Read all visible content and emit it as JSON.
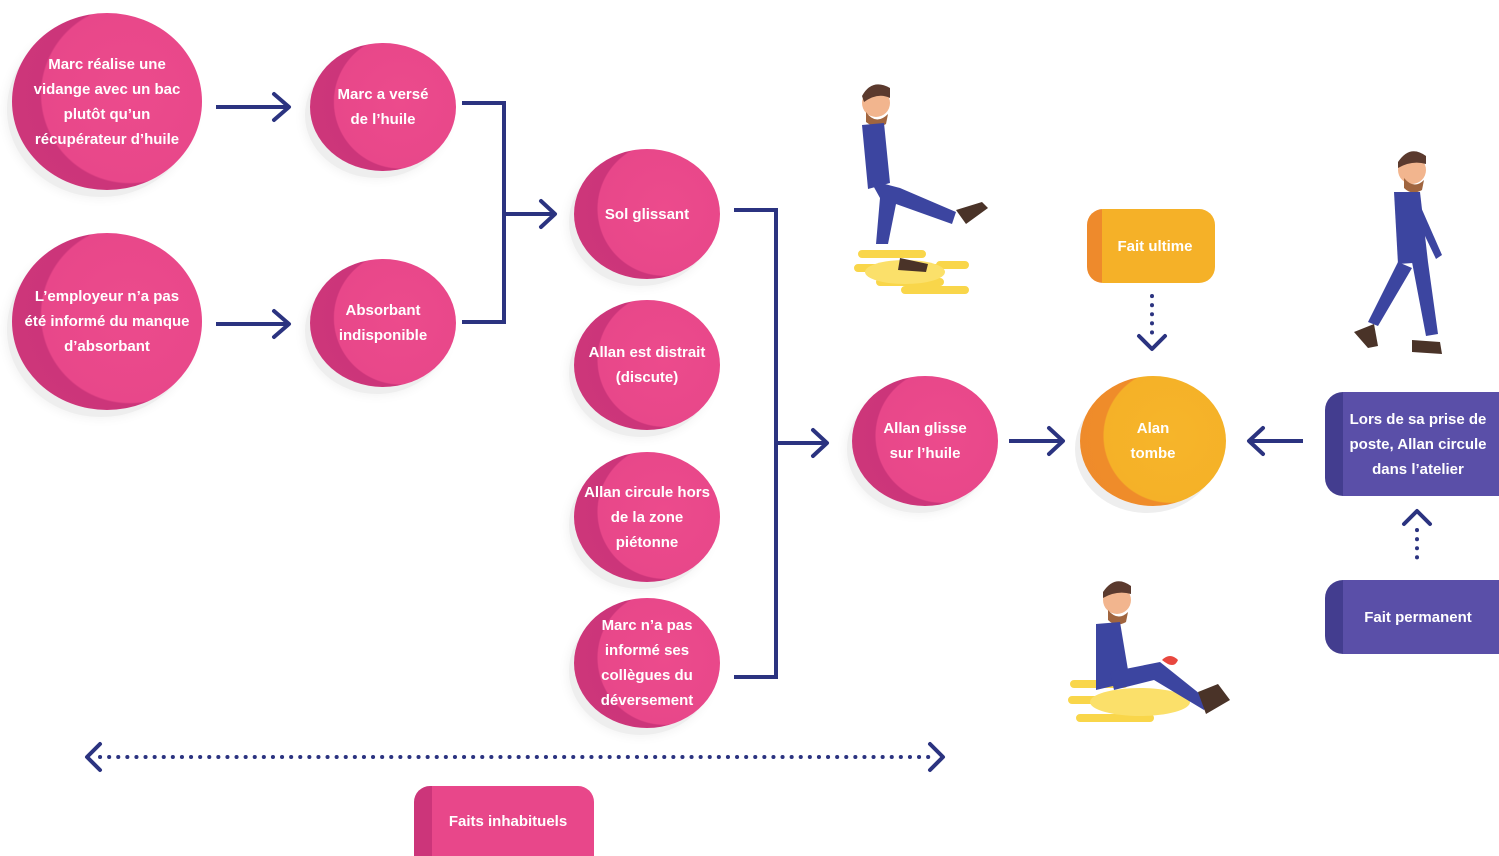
{
  "nodes": {
    "marc_vidange": "Marc réalise une vidange avec un bac plutôt qu’un récupérateur d’huile",
    "employeur": "L’employeur n’a pas été informé du manque d’absorbant",
    "marc_verse": "Marc a versé de l’huile",
    "absorbant": "Absorbant indisponible",
    "sol_glissant": "Sol glissant",
    "allan_distrait": "Allan est distrait (discute)",
    "allan_circule_hors": "Allan circule hors de la zone piétonne",
    "marc_pas_informe": "Marc n’a pas informé ses collègues du déversement",
    "allan_glisse": "Allan glisse sur l’huile",
    "alan_tombe": "Alan tombe",
    "prise_poste": "Lors de sa prise de poste, Allan circule dans l’atelier"
  },
  "labels": {
    "fait_ultime": "Fait ultime",
    "fait_permanent": "Fait permanent",
    "faits_inhabituels": "Faits inhabituels"
  },
  "colors": {
    "pink": "#e8478a",
    "orange": "#f5b128",
    "purple": "#5a4fa8",
    "navy": "#2b3380"
  },
  "illustrations": [
    "man-slipping-icon",
    "man-walking-icon",
    "man-fallen-icon"
  ]
}
